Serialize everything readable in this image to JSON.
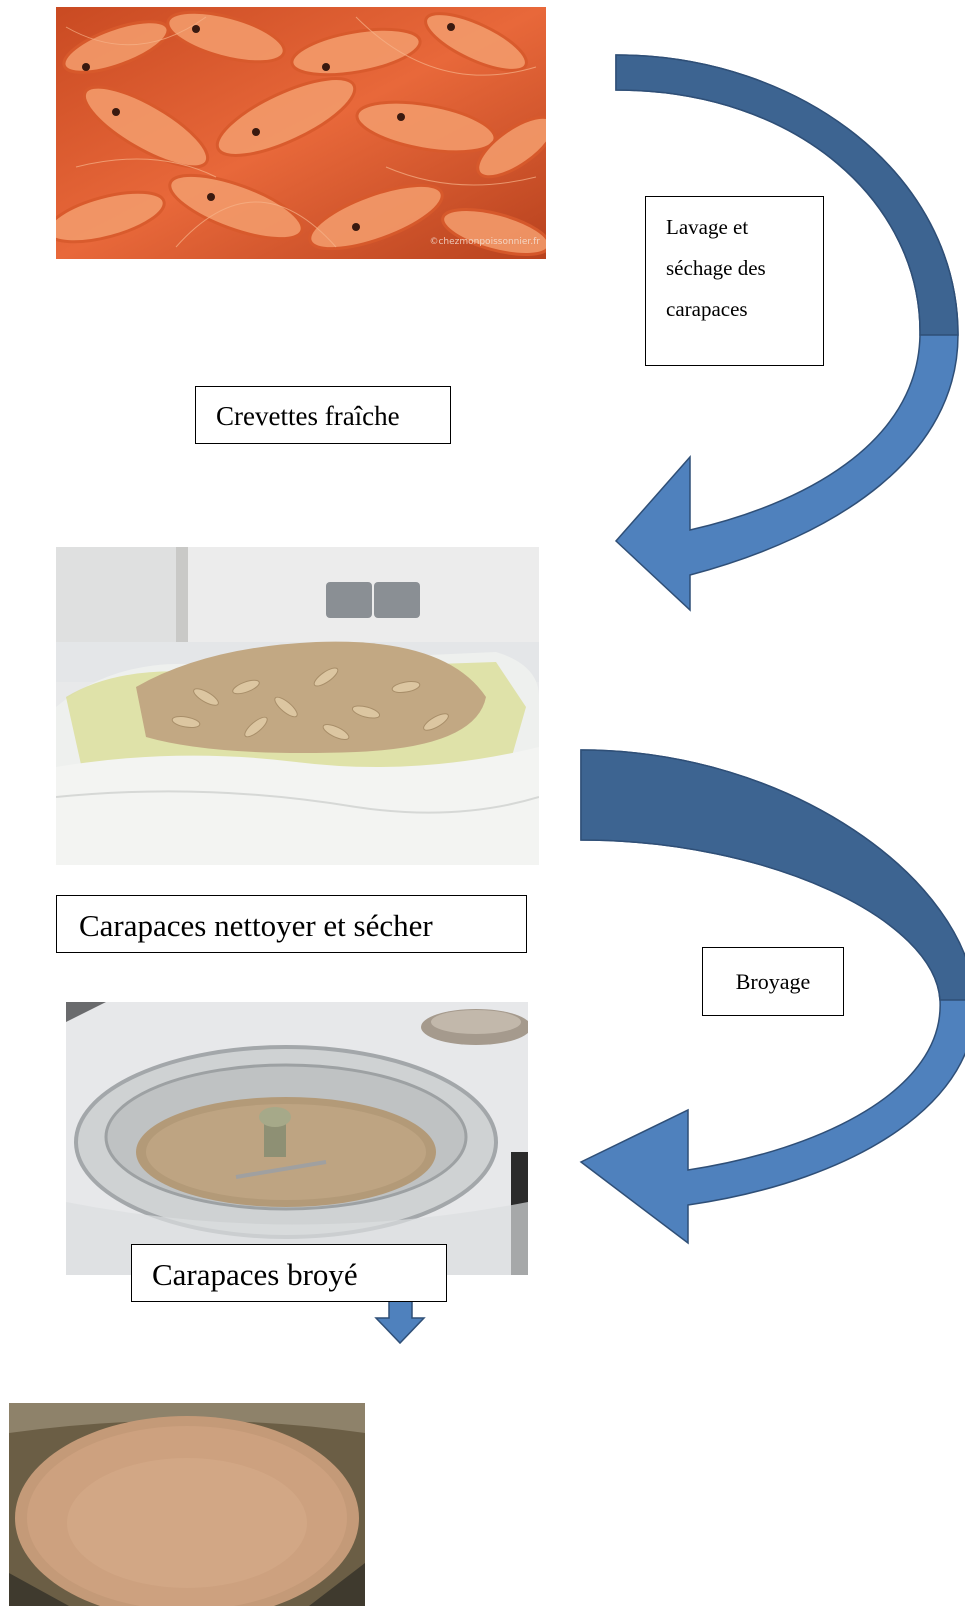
{
  "labels": {
    "fresh_shrimp": "Crevettes fraîche",
    "wash_dry": [
      "Lavage et",
      "séchage des",
      "carapaces"
    ],
    "clean_dry_shells": "Carapaces nettoyer et sécher",
    "grinding": "Broyage",
    "ground_shells": "Carapaces broyé"
  },
  "photos": {
    "shrimp_watermark": "©chezmonpoissonnier.fr"
  },
  "colors": {
    "arrow_light": "#4f81bd",
    "arrow_dark": "#3d6491",
    "arrow_outline": "#2f4f77"
  }
}
